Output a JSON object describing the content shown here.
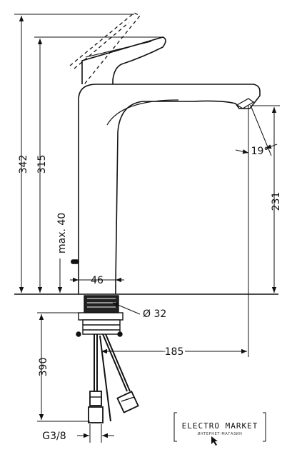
{
  "dimensions": {
    "total_height": "342",
    "spout_height": "315",
    "max_lift": "max. 40",
    "base_width": "46",
    "hole_diameter": "Ø 32",
    "spout_reach": "185",
    "outlet_height": "231",
    "outlet_angle": "19°",
    "hose_length": "390",
    "connection": "G3/8"
  },
  "logo": {
    "main": "ELECTRO MARKET",
    "sub": "ИНТЕРНЕТ-МАГАЗИН"
  },
  "colors": {
    "line": "#111111",
    "background": "#ffffff"
  }
}
